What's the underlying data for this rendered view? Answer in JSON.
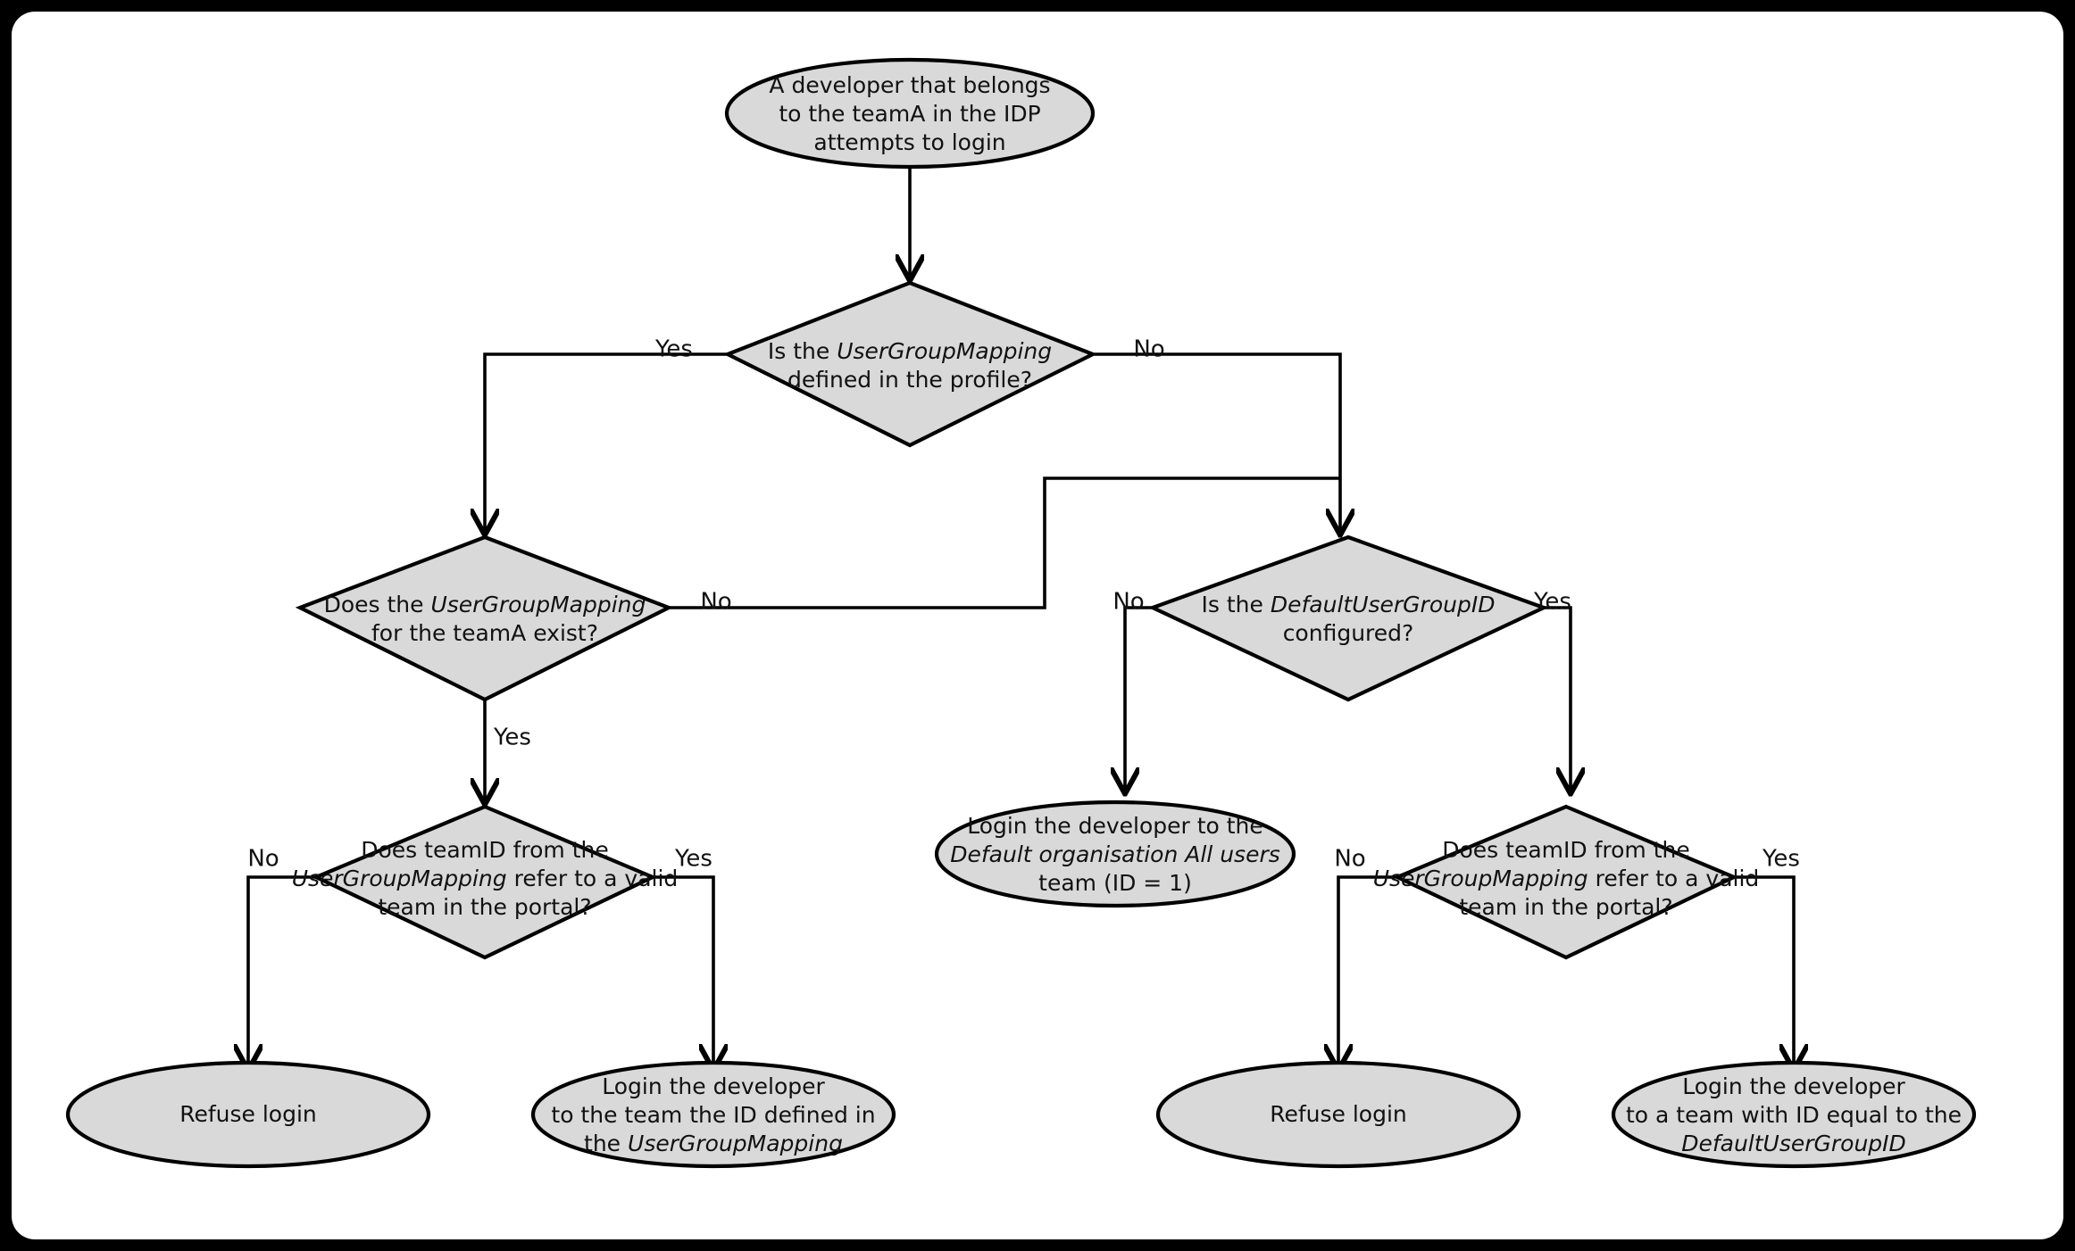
{
  "diagram": {
    "title": "IDP team mapping login decision flow",
    "background_color": "#ffffff",
    "border_color": "#000000",
    "node_fill": "#d9d9d9",
    "node_stroke": "#000000",
    "edge_color": "#000000"
  },
  "nodes": {
    "start": {
      "shape": "ellipse",
      "lines": [
        {
          "text": "A developer that belongs",
          "italic": false
        },
        {
          "text": "to the teamA in the IDP",
          "italic": false
        },
        {
          "text": "attempts to login",
          "italic": false
        }
      ]
    },
    "decision_mapping_defined": {
      "shape": "diamond",
      "lines": [
        {
          "text": "Is the ",
          "italic": false,
          "tail": "UserGroupMapping",
          "tail_italic": true
        },
        {
          "text": "defined in the profile?",
          "italic": false
        }
      ]
    },
    "decision_mapping_for_team": {
      "shape": "diamond",
      "lines": [
        {
          "text": "Does the ",
          "italic": false,
          "tail": "UserGroupMapping",
          "tail_italic": true
        },
        {
          "text": "for the teamA exist?",
          "italic": false
        }
      ]
    },
    "decision_default_group": {
      "shape": "diamond",
      "lines": [
        {
          "text": "Is the ",
          "italic": false,
          "tail": "DefaultUserGroupID",
          "tail_italic": true
        },
        {
          "text": "configured?",
          "italic": false
        }
      ]
    },
    "decision_valid_team_left": {
      "shape": "diamond",
      "lines": [
        {
          "text": "Does teamID from the",
          "italic": false
        },
        {
          "text": "UserGroupMapping",
          "italic": true,
          "tail": " refer to a valid",
          "tail_italic": false
        },
        {
          "text": "team in the portal?",
          "italic": false
        }
      ]
    },
    "decision_valid_team_right": {
      "shape": "diamond",
      "lines": [
        {
          "text": "Does teamID from the",
          "italic": false
        },
        {
          "text": "UserGroupMapping",
          "italic": true,
          "tail": " refer to a valid",
          "tail_italic": false
        },
        {
          "text": "team in the portal?",
          "italic": false
        }
      ]
    },
    "login_default_org": {
      "shape": "ellipse",
      "lines": [
        {
          "text": "Login the developer to the",
          "italic": false
        },
        {
          "text": "Default organisation All users",
          "italic": true
        },
        {
          "text": "team (ID = 1)",
          "italic": false
        }
      ]
    },
    "refuse_login_left": {
      "shape": "ellipse",
      "lines": [
        {
          "text": "Refuse login",
          "italic": false
        }
      ]
    },
    "login_mapping_team": {
      "shape": "ellipse",
      "lines": [
        {
          "text": "Login the developer",
          "italic": false
        },
        {
          "text": "to the team the ID defined in",
          "italic": false
        },
        {
          "text": "the ",
          "italic": false,
          "tail": "UserGroupMapping",
          "tail_italic": true
        }
      ]
    },
    "refuse_login_right": {
      "shape": "ellipse",
      "lines": [
        {
          "text": "Refuse login",
          "italic": false
        }
      ]
    },
    "login_default_group_team": {
      "shape": "ellipse",
      "lines": [
        {
          "text": "Login the developer",
          "italic": false
        },
        {
          "text": "to a team with ID equal to the",
          "italic": false
        },
        {
          "text": "DefaultUserGroupID",
          "italic": true
        }
      ]
    }
  },
  "edge_labels": {
    "mapping_defined_yes": "Yes",
    "mapping_defined_no": "No",
    "mapping_for_team_no": "No",
    "mapping_for_team_yes": "Yes",
    "default_group_no": "No",
    "default_group_yes": "Yes",
    "valid_team_left_no": "No",
    "valid_team_left_yes": "Yes",
    "valid_team_right_no": "No",
    "valid_team_right_yes": "Yes"
  }
}
